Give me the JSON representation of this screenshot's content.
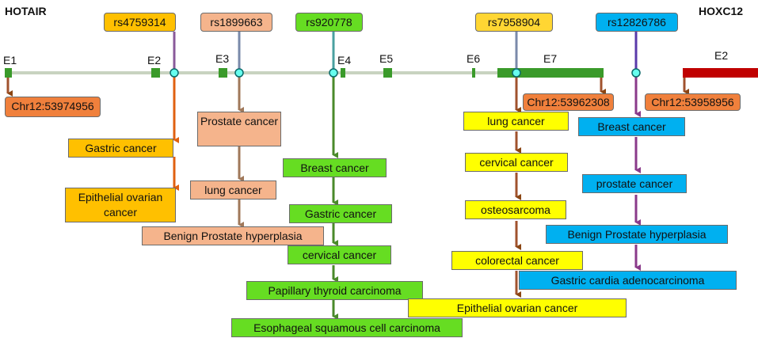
{
  "genes": {
    "left": "HOTAIR",
    "right": "HOXC12"
  },
  "exons": [
    "E1",
    "E2",
    "E3",
    "E4",
    "E5",
    "E6",
    "E7",
    "E2"
  ],
  "snps": [
    "rs4759314",
    "rs1899663",
    "rs920778",
    "rs7958904",
    "rs12826786"
  ],
  "positions": [
    "Chr12:53974956",
    "Chr12:53962308",
    "Chr12:53958956"
  ],
  "diseases": {
    "rs4759314": [
      "Gastric cancer",
      "Epithelial ovarian cancer"
    ],
    "rs1899663": [
      "Prostate cancer",
      "lung cancer",
      "Benign Prostate hyperplasia"
    ],
    "rs920778": [
      "Breast cancer",
      "Gastric cancer",
      "cervical cancer",
      "Papillary thyroid carcinoma",
      "Esophageal squamous cell carcinoma"
    ],
    "rs7958904": [
      "lung cancer",
      "cervical cancer",
      "osteosarcoma",
      "colorectal cancer",
      "Epithelial ovarian cancer"
    ],
    "rs12826786": [
      "Breast cancer",
      "prostate cancer",
      "Benign Prostate hyperplasia",
      "Gastric cardia adenocarcinoma"
    ]
  },
  "colors": {
    "rs4759314": "#ffc000",
    "rs1899663": "#f5b48c",
    "rs920778": "#66dd22",
    "rs7958904": "#ffff00",
    "rs12826786": "#00b0f0",
    "position": "#f0803c"
  }
}
